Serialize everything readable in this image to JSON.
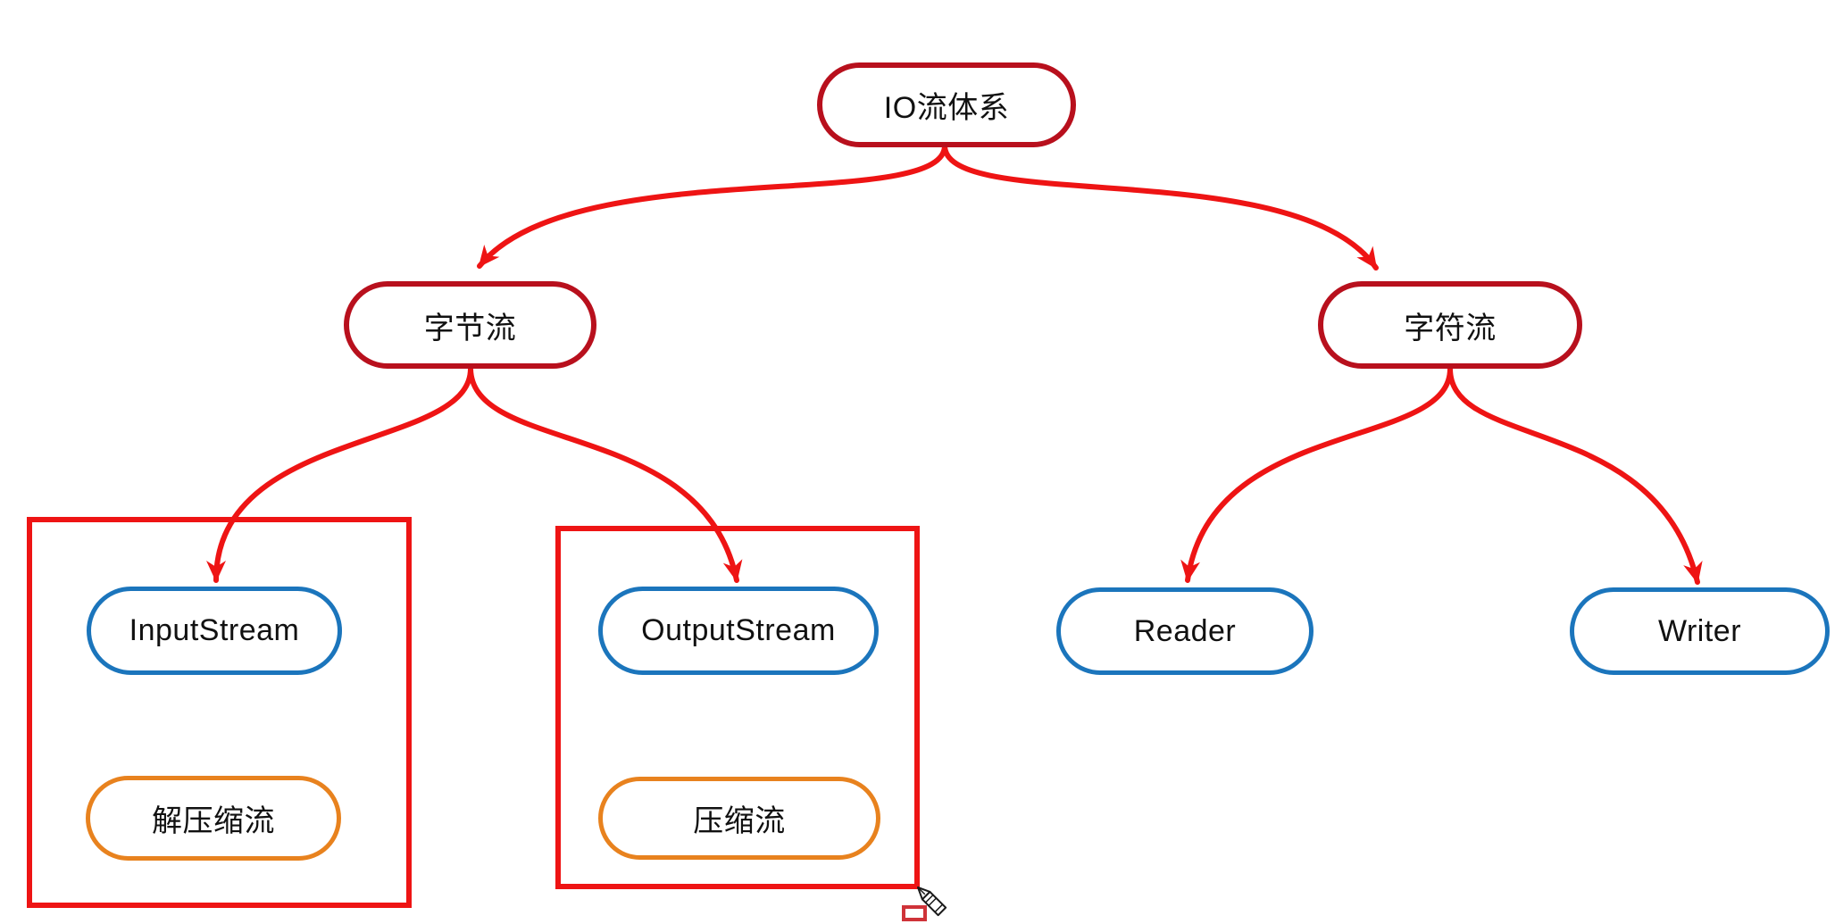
{
  "diagram": {
    "nodes": {
      "io": {
        "label": "IO流体系"
      },
      "byte": {
        "label": "字节流"
      },
      "char": {
        "label": "字符流"
      },
      "input": {
        "label": "InputStream"
      },
      "output": {
        "label": "OutputStream"
      },
      "reader": {
        "label": "Reader"
      },
      "writer": {
        "label": "Writer"
      },
      "decompress": {
        "label": "解压缩流"
      },
      "compress": {
        "label": "压缩流"
      }
    },
    "icons": {
      "cursor": "pencil-cursor",
      "shape_tool": "rectangle-tool-icon"
    }
  },
  "colors": {
    "branch_node_border": "#b8101d",
    "leaf_node_border": "#1b75bc",
    "extra_node_border": "#e8821e",
    "connector": "#ee1414",
    "highlight_box": "#ee1414",
    "text": "#111111",
    "background": "#ffffff"
  }
}
